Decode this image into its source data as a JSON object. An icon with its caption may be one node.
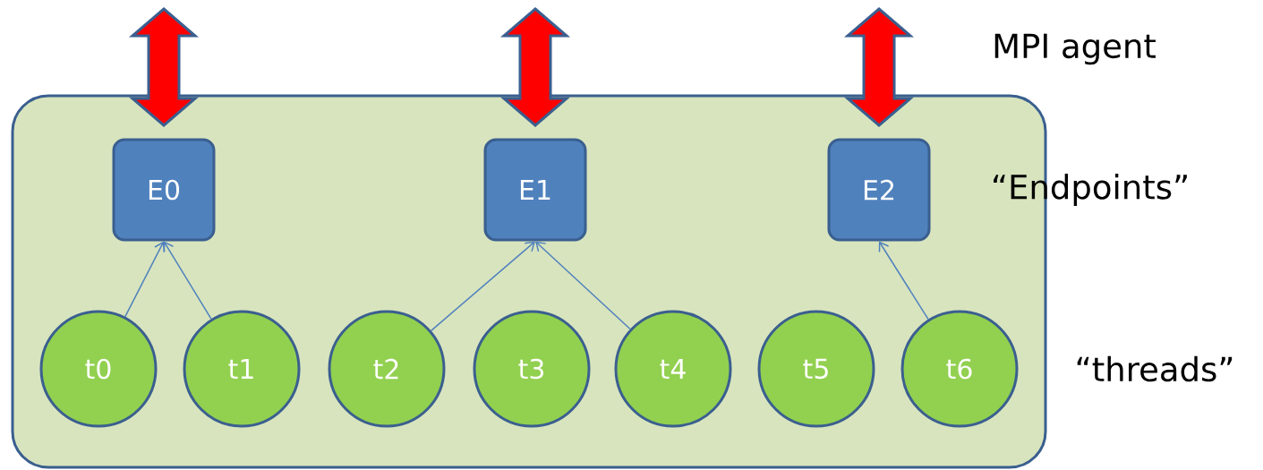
{
  "diagram": {
    "nodes": [
      {
        "text": [],
        "shape": "box"
      },
      {
        "text": [
          "E0"
        ],
        "in": 0
      },
      {
        "text": [
          "E1"
        ],
        "in": 0
      },
      {
        "text": [
          "E2"
        ],
        "in": 0
      },
      {
        "text": [
          "t0"
        ],
        "in": 0
      },
      {
        "text": [
          "t1"
        ],
        "in": 0
      },
      {
        "text": [
          "t2"
        ],
        "in": 0
      },
      {
        "text": [
          "t3"
        ],
        "in": 0
      },
      {
        "text": [
          "t4"
        ],
        "in": 0
      },
      {
        "text": [
          "t5"
        ],
        "in": 0
      },
      {
        "text": [
          "t6"
        ],
        "in": 0
      }
    ],
    "edges": [
      {
        "from": null,
        "to": 1,
        "arrow": "both",
        "color": "#ff0000"
      },
      {
        "from": null,
        "to": 2,
        "arrow": "both",
        "color": "#ff0000"
      },
      {
        "from": null,
        "to": 3,
        "arrow": "both",
        "color": "#ff0000"
      },
      {
        "from": 4,
        "to": 1,
        "arrow": "to"
      },
      {
        "from": 5,
        "to": 1,
        "arrow": "to"
      },
      {
        "from": 6,
        "to": 2,
        "arrow": "to"
      },
      {
        "from": 8,
        "to": 2,
        "arrow": "to"
      },
      {
        "from": 10,
        "to": 3,
        "arrow": "to"
      }
    ],
    "labels": [
      "MPI agent",
      "“Endpoints”",
      "“threads”"
    ]
  }
}
